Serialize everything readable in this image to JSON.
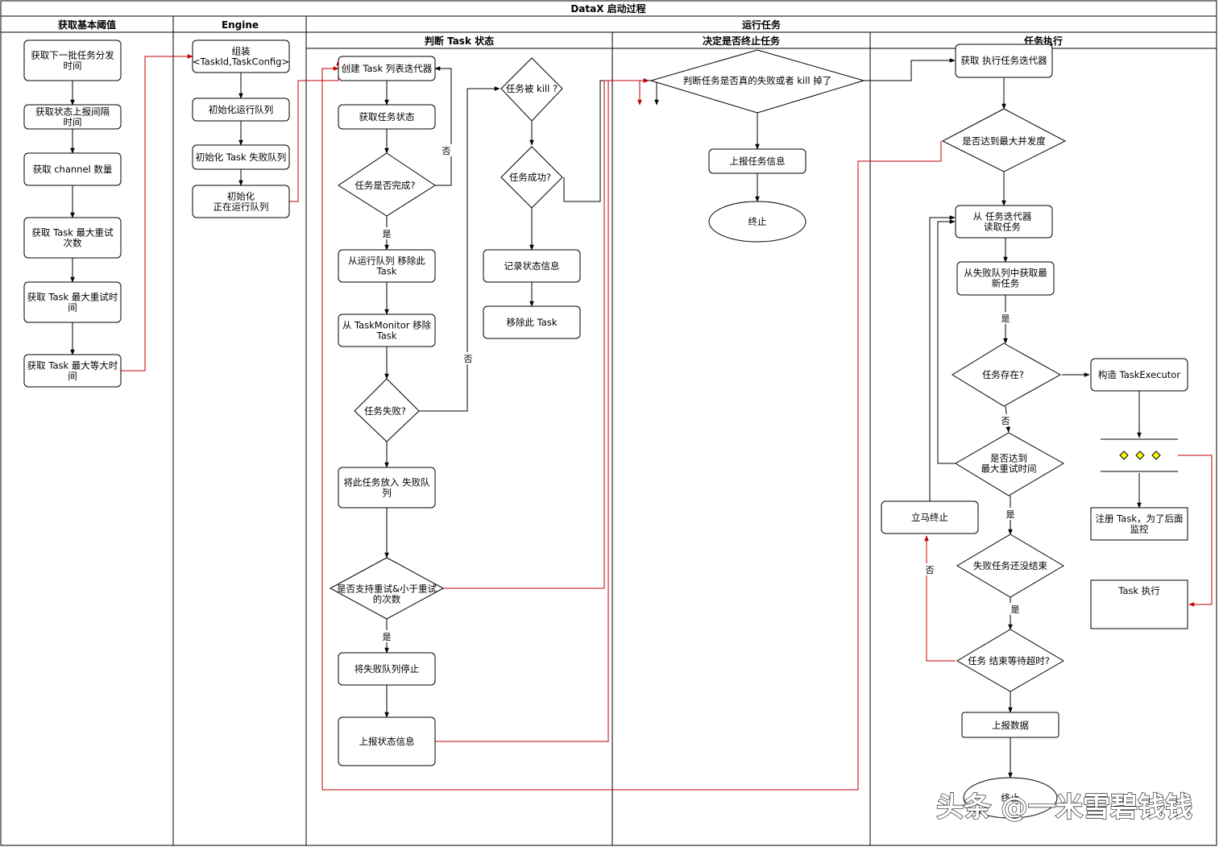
{
  "title": "DataX 启动过程",
  "lanes": {
    "threshold": "获取基本阈值",
    "engine": "Engine",
    "run": "运行任务",
    "judge": "判断 Task 状态",
    "decide": "决定是否终止任务",
    "exec": "任务执行"
  },
  "nodes": {
    "t1": "获取下一批任务分发\n时间",
    "t2": "获取状态上报间隔\n时间",
    "t3": "获取 channel 数量",
    "t4": "获取 Task 最大重试\n次数",
    "t5": "获取 Task 最大重试时\n间",
    "t6": "获取 Task 最大等大时\n间",
    "e1": "组装\n<TaskId,TaskConfig>",
    "e2": "初始化运行队列",
    "e3": "初始化 Task 失败队列",
    "e4": "初始化\n正在运行队列",
    "j1": "创建 Task 列表迭代器",
    "j2": "获取任务状态",
    "j3": "任务是否完成?",
    "j4": "从运行队列 移除此\nTask",
    "j5": "从 TaskMonitor 移除\nTask",
    "j6": "任务失败?",
    "j7": "将此任务放入 失败队\n列",
    "j8": "是否支持重试&小于重试\n的次数",
    "j9": "将失败队列停止",
    "j10": "上报状态信息",
    "k1": "任务被 kill ?",
    "k2": "任务成功?",
    "k3": "记录状态信息",
    "k4": "移除此 Task",
    "d1": "判断任务是否真的失败或者 kill 掉了",
    "d2": "上报任务信息",
    "d3": "终止",
    "x1": "获取 执行任务迭代器",
    "x2": "是否达到最大并发度",
    "x3": "从 任务迭代器\n读取任务",
    "x4": "从失败队列中获取最\n新任务",
    "x5": "任务存在?",
    "x6": "构造 TaskExecutor",
    "x7": "是否达到\n最大重试时间",
    "x8": "注册 Task，为了后面\n监控",
    "x9": "立马终止",
    "x10": "失败任务还没结束",
    "x11": "Task 执行",
    "x12": "任务 结束等待超时?",
    "x13": "上报数据",
    "x14": "终止"
  },
  "edge_labels": {
    "no_complete": "否",
    "yes_complete": "是",
    "no_failed": "否",
    "yes_retry": "是",
    "yes_x4": "是",
    "no_exists": "否",
    "yes_x7": "是",
    "yes_x10": "是",
    "no_timeout": "否"
  },
  "watermark": "头条 @一米雪碧钱钱",
  "colors": {
    "line": "#000000",
    "red_line": "#c00000",
    "queue_diamond": "#ffff00"
  }
}
